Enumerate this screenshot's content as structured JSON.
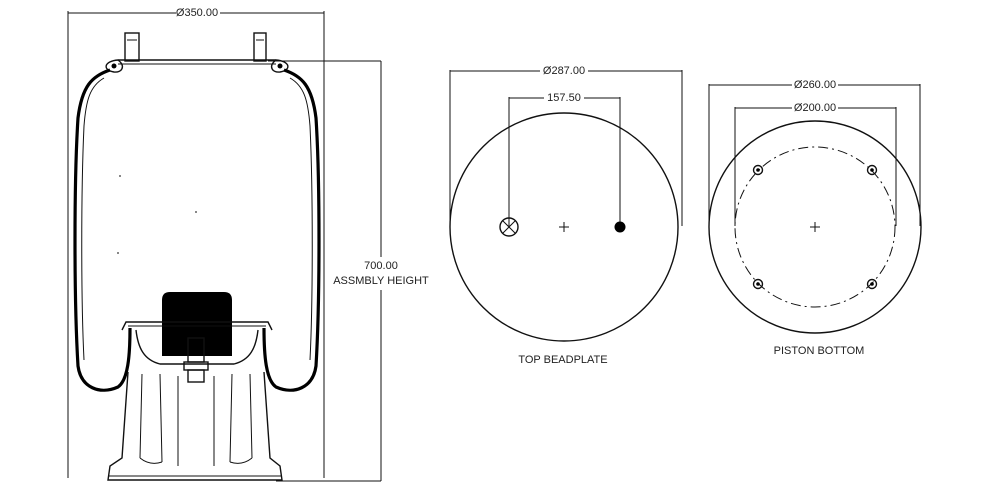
{
  "side_view": {
    "diameter_label": "Ø350.00",
    "height_value": "700.00",
    "height_caption": "ASSMBLY HEIGHT"
  },
  "top_beadplate": {
    "diameter_label": "Ø287.00",
    "spacing_label": "157.50",
    "caption": "TOP BEADPLATE"
  },
  "piston_bottom": {
    "outer_diameter_label": "Ø260.00",
    "bolt_circle_label": "Ø200.00",
    "caption": "PISTON BOTTOM"
  }
}
